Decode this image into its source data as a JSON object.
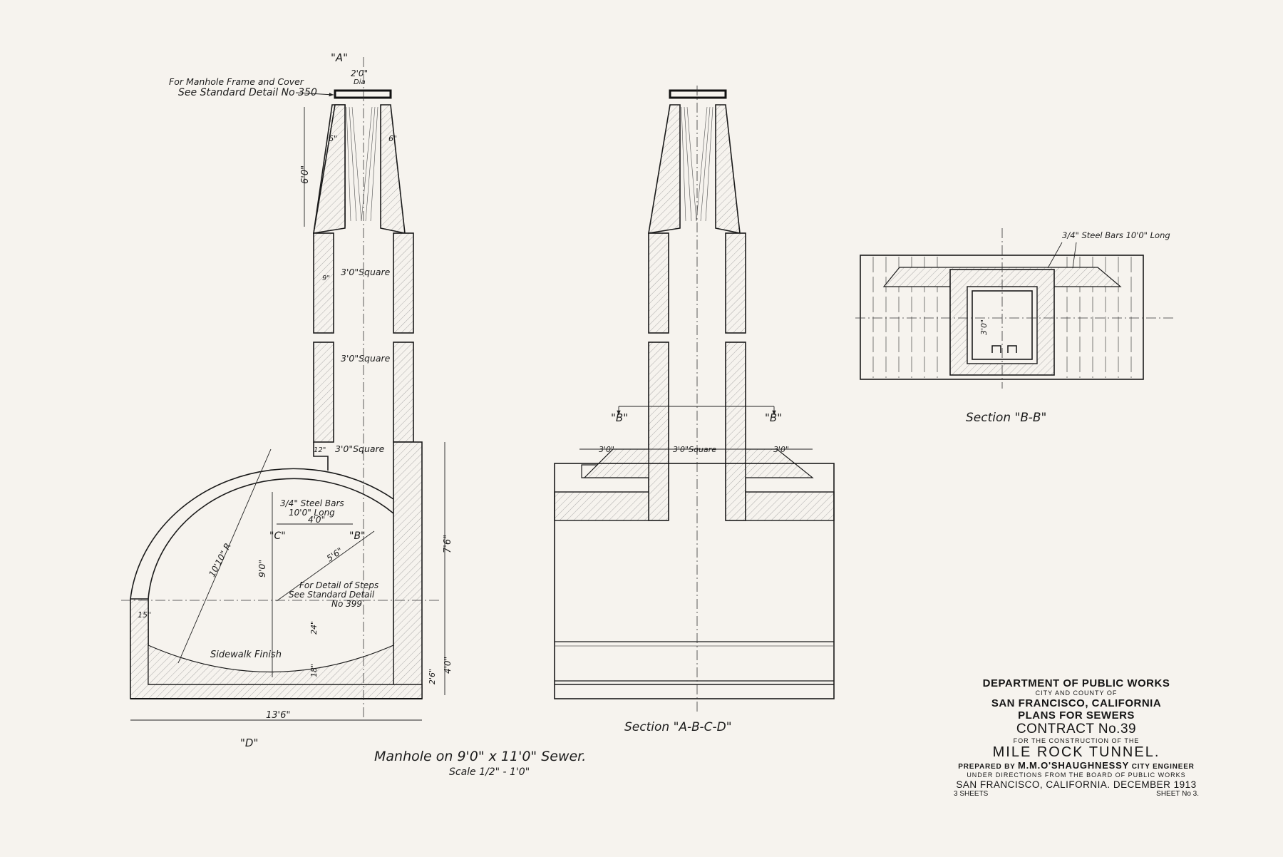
{
  "labels": {
    "manhole_frame_1": "For Manhole Frame and Cover",
    "manhole_frame_2": "See Standard Detail No 350",
    "section_A": "\"A\"",
    "section_D": "\"D\"",
    "section_B_left": "\"B\"",
    "section_B_right": "\"B\"",
    "section_C": "\"C\"",
    "section_B_mid": "\"B\"",
    "dia_value": "2'0\"",
    "dia_label": "Dia",
    "six_ft": "6'0\"",
    "six_in_left": "6\"",
    "six_in_right": "6\"",
    "square_1": "3'0\"Square",
    "square_2": "3'0\"Square",
    "square_3": "3'0\"Square",
    "square_mid": "3'0\"Square",
    "nine_in": "9\"",
    "twelve_in": "12\"",
    "steel_bars_1": "3/4\" Steel Bars",
    "steel_bars_2": "10'0\" Long",
    "steel_bars_bb": "3/4\" Steel Bars 10'0\" Long",
    "four_ft": "4'0\"",
    "radius": "10'10\" R",
    "nine_ft": "9'0\"",
    "five_six": "5'6\"",
    "seven_six": "7'6\"",
    "four_ft_v": "4'0\"",
    "two_six": "2'6\"",
    "eighteen_in": "18\"",
    "twentyfour_in": "24\"",
    "fifteen_in": "15\"",
    "steps_1": "For Detail of Steps",
    "steps_2": "See Standard Detail",
    "steps_3": "No 399",
    "sidewalk": "Sidewalk Finish",
    "width_total": "13'6\"",
    "three_ft_left": "3'0\"",
    "three_ft_right": "3'0\"",
    "three_ft_bb": "3'0\""
  },
  "captions": {
    "main_title": "Manhole on 9'0\" x 11'0\" Sewer.",
    "main_scale": "Scale 1/2\" - 1'0\"",
    "section_abcd": "Section \"A-B-C-D\"",
    "section_bb": "Section \"B-B\""
  },
  "title_block": {
    "department": "DEPARTMENT OF PUBLIC WORKS",
    "city_county": "CITY AND COUNTY OF",
    "city": "SAN FRANCISCO, CALIFORNIA",
    "plans": "PLANS FOR SEWERS",
    "contract": "CONTRACT No.39",
    "for_construction": "FOR THE CONSTRUCTION OF THE",
    "project": "MILE ROCK TUNNEL.",
    "prepared_by": "PREPARED BY",
    "engineer": "M.M.O'SHAUGHNESSY",
    "engineer_title": "CITY ENGINEER",
    "directions": "UNDER DIRECTIONS FROM THE BOARD OF PUBLIC WORKS",
    "date_line": "SAN FRANCISCO, CALIFORNIA. DECEMBER 1913",
    "sheets": "3 SHEETS",
    "sheet_no": "SHEET No 3."
  }
}
